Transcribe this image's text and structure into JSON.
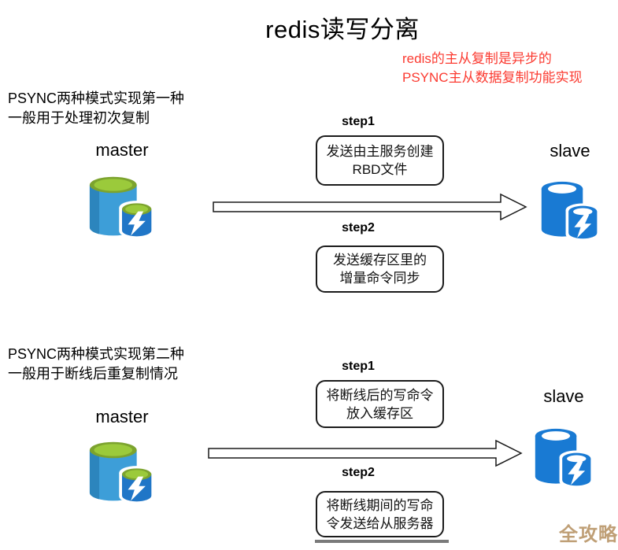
{
  "title": "redis读写分离",
  "annotation": {
    "line1": "redis的主从复制是异步的",
    "line2": "PSYNC主从数据复制功能实现"
  },
  "sections": [
    {
      "note1": "PSYNC两种模式实现第一种",
      "note2": "一般用于处理初次复制",
      "master": "master",
      "slave": "slave",
      "step1": {
        "label": "step1",
        "line1": "发送由主服务创建",
        "line2": "RBD文件"
      },
      "step2": {
        "label": "step2",
        "line1": "发送缓存区里的",
        "line2": "增量命令同步"
      }
    },
    {
      "note1": "PSYNC两种模式实现第二种",
      "note2": "一般用于断线后重复制情况",
      "master": "master",
      "slave": "slave",
      "step1": {
        "label": "step1",
        "line1": "将断线后的写命令",
        "line2": "放入缓存区"
      },
      "step2": {
        "label": "step2",
        "line1": "将断线期间的写命",
        "line2": "令发送给从服务器"
      }
    }
  ],
  "watermark": "全攻略",
  "colors": {
    "annotation_red": "#fb3a30",
    "master_body": "#3d9ed8",
    "master_body_shade": "#2c85bd",
    "master_small_body": "#2076c7",
    "cylinder_top_green": "#9bca3b",
    "cylinder_top_green_rim": "#7ca32e",
    "slave_body": "#197ad3",
    "bolt_white": "#ffffff",
    "arrow_fill": "#ffffff",
    "arrow_stroke": "#1a1a1a",
    "watermark_gold": "#bf9f76"
  }
}
